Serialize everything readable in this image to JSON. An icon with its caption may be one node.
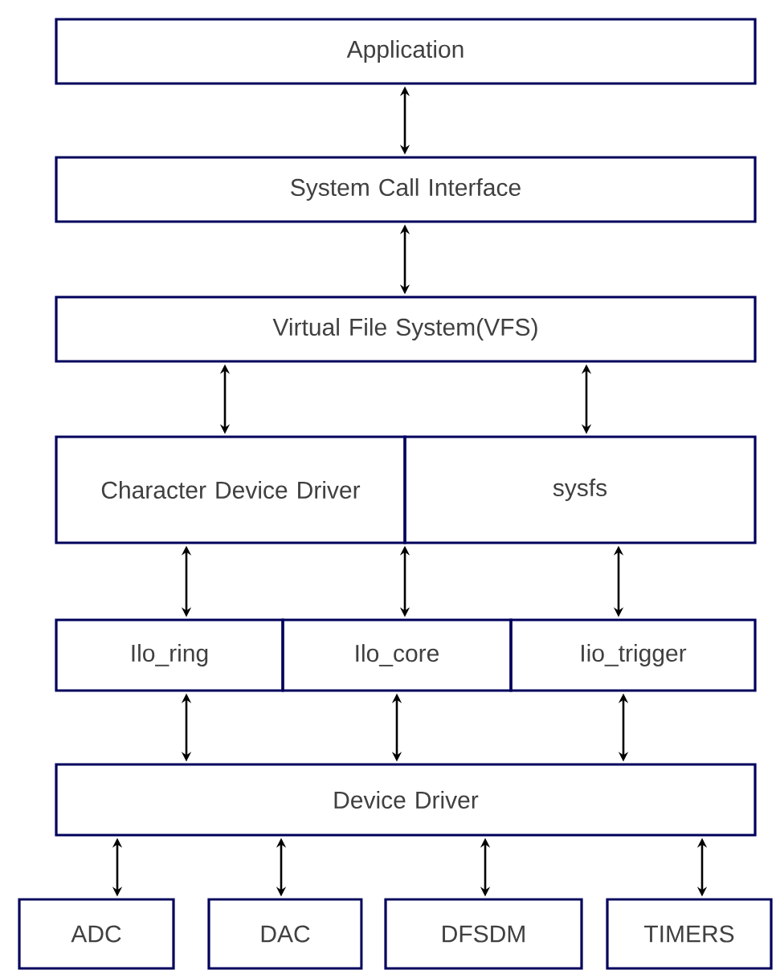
{
  "diagram": {
    "nodes": [
      {
        "text": [
          "Application"
        ]
      },
      {
        "text": [
          "System Call Interface"
        ]
      },
      {
        "text": [
          "Virtual File System(VFS)"
        ]
      },
      {
        "text": [
          "Character Device Driver"
        ]
      },
      {
        "text": [
          "sysfs"
        ]
      },
      {
        "text": [
          "Ilo_ring"
        ]
      },
      {
        "text": [
          "Ilo_core"
        ]
      },
      {
        "text": [
          "Iio_trigger"
        ]
      },
      {
        "text": [
          "Device Driver"
        ]
      },
      {
        "text": [
          "ADC"
        ]
      },
      {
        "text": [
          "DAC"
        ]
      },
      {
        "text": [
          "DFSDM"
        ]
      },
      {
        "text": [
          "TIMERS"
        ]
      }
    ],
    "edges": [
      {
        "from": 0,
        "to": 1,
        "arrow": "both"
      },
      {
        "from": 1,
        "to": 2,
        "arrow": "both"
      },
      {
        "from": 2,
        "to": 3,
        "arrow": "both"
      },
      {
        "from": 2,
        "to": 4,
        "arrow": "both"
      },
      {
        "from": 3,
        "to": 5,
        "arrow": "both"
      },
      {
        "from": 3,
        "to": 6,
        "arrow": "both"
      },
      {
        "from": 4,
        "to": 7,
        "arrow": "both"
      },
      {
        "from": 5,
        "to": 8,
        "arrow": "both"
      },
      {
        "from": 6,
        "to": 8,
        "arrow": "both"
      },
      {
        "from": 7,
        "to": 8,
        "arrow": "both"
      },
      {
        "from": 8,
        "to": 9,
        "arrow": "both"
      },
      {
        "from": 8,
        "to": 10,
        "arrow": "both"
      },
      {
        "from": 8,
        "to": 11,
        "arrow": "both"
      },
      {
        "from": 8,
        "to": 12,
        "arrow": "both"
      }
    ]
  }
}
